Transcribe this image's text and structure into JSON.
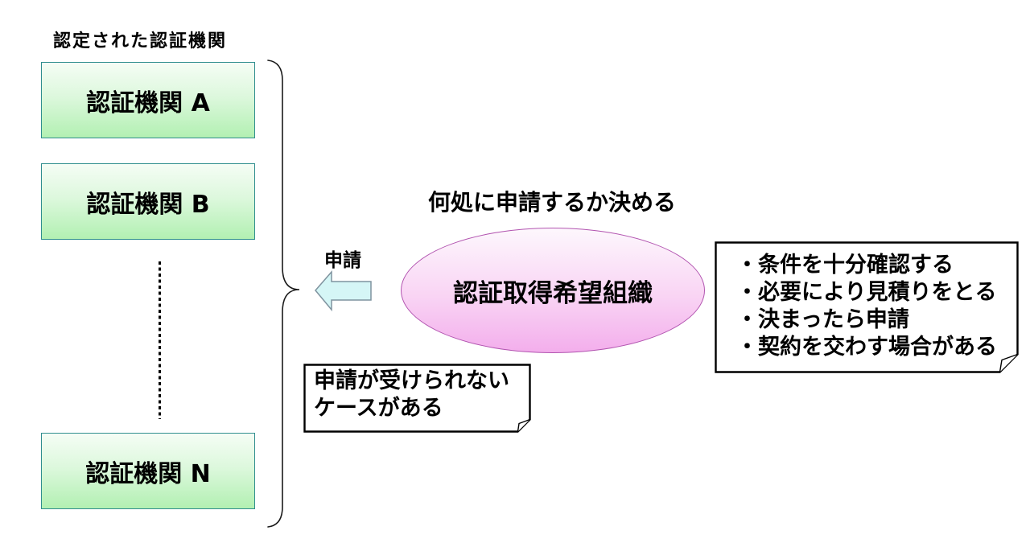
{
  "heading": "認定された認証機関",
  "boxes": [
    {
      "label": "認証機関 A"
    },
    {
      "label": "認証機関 B"
    },
    {
      "label": "認証機関 N"
    }
  ],
  "arrow": {
    "label": "申請"
  },
  "ellipse": {
    "caption": "何処に申請するか決める",
    "label": "認証取得希望組織"
  },
  "notes": {
    "right": {
      "lines": [
        "・条件を十分確認する",
        "・必要により見積りをとる",
        "・決まったら申請",
        "・契約を交わす場合がある"
      ]
    },
    "left": {
      "lines": [
        "申請が受けられない",
        "ケースがある"
      ]
    }
  },
  "colors": {
    "box_fill_top": "#f5fdf5",
    "box_fill_bottom": "#b2f0b2",
    "box_border": "#2f8e8e",
    "ellipse_fill_top": "#fdf7fd",
    "ellipse_fill_bottom": "#f3aeec",
    "ellipse_border": "#b254b0",
    "arrow_fill": "#d5f6f6",
    "arrow_border": "#7f939f",
    "line_color": "#000000"
  }
}
